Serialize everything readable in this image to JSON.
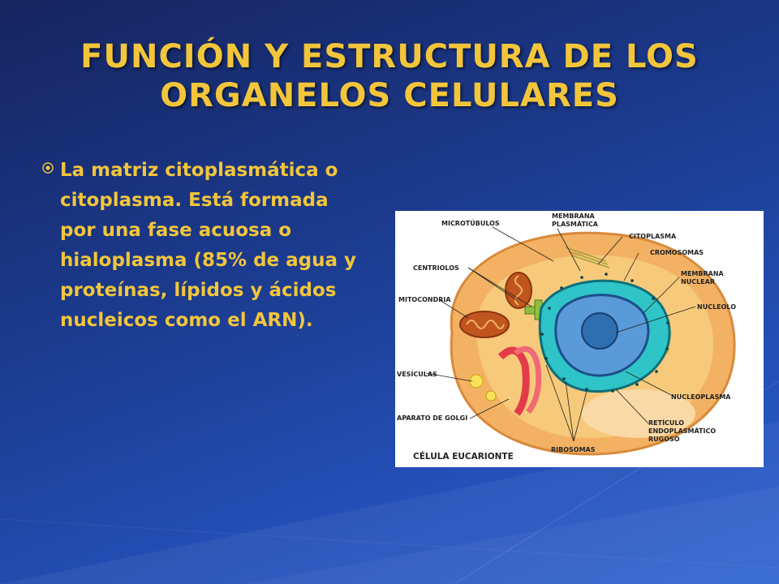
{
  "slide": {
    "title": "FUNCIÓN Y ESTRUCTURA DE LOS ORGANELOS CELULARES",
    "body_text": "La matriz citoplasmática  o citoplasma. Está formada por una fase acuosa o hialoplasma (85% de agua y proteínas, lípidos y ácidos nucleicos como el ARN).",
    "colors": {
      "title": "#f2c53b",
      "text": "#f2c53b",
      "background": "#1b3a8c"
    }
  },
  "figure": {
    "caption": "CÉLULA EUCARIONTE",
    "labels": {
      "microtubulos": "MICROTÚBULOS",
      "membrana_1": "MEMBRANA",
      "membrana_2": "PLASMÁTICA",
      "citoplasma": "CITOPLASMA",
      "cromosomas": "CROMOSOMAS",
      "centriolos": "CENTRIOLOS",
      "membrana_nuclear_1": "MEMBRANA",
      "membrana_nuclear_2": "NUCLEAR",
      "mitocondria": "MITOCONDRIA",
      "nucleolo": "NUCLEOLO",
      "vesiculas": "VESÍCULAS",
      "nucleoplasma": "NUCLEOPLASMA",
      "golgi": "APARATO DE GOLGI",
      "reticulo_1": "RETÍCULO",
      "reticulo_2": "ENDOPLASMÁTICO",
      "reticulo_3": "RUGOSO",
      "ribosomas": "RIBOSOMAS"
    }
  }
}
